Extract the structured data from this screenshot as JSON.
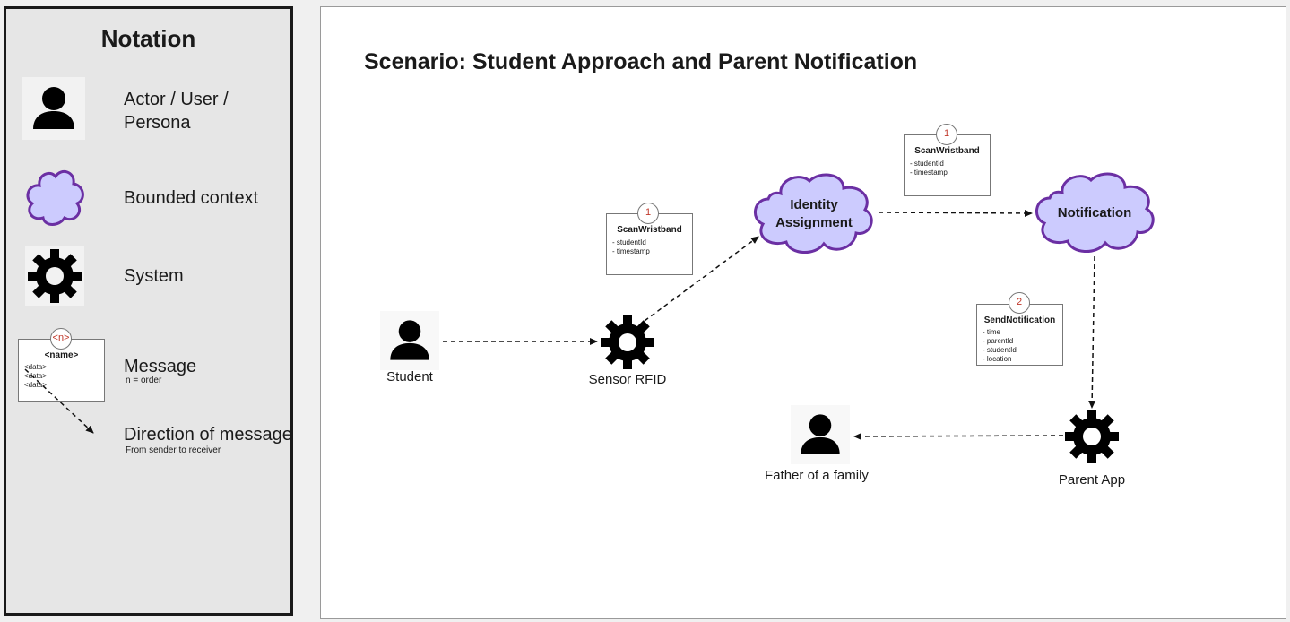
{
  "legend": {
    "title": "Notation",
    "items": {
      "actor": "Actor / User / Persona",
      "bounded_context": "Bounded context",
      "system": "System",
      "message": "Message",
      "message_sub": "n = order",
      "direction": "Direction of message",
      "direction_sub": "From sender to receiver"
    },
    "sample_message": {
      "badge": "<n>",
      "name": "<name>",
      "fields": [
        "<data>",
        "<data>",
        "<data>"
      ]
    }
  },
  "scenario": {
    "title": "Scenario: Student Approach and Parent Notification",
    "nodes": {
      "student": "Student",
      "sensor": "Sensor RFID",
      "identity_line1": "Identity",
      "identity_line2": "Assignment",
      "notification": "Notification",
      "parent_app": "Parent App",
      "father": "Father of a family"
    },
    "messages": [
      {
        "order": "1",
        "name": "ScanWristband",
        "fields": [
          "- studentId",
          "- timestamp"
        ]
      },
      {
        "order": "1",
        "name": "ScanWristband",
        "fields": [
          "- studentId",
          "- timestamp"
        ]
      },
      {
        "order": "2",
        "name": "SendNotification",
        "fields": [
          "- time",
          "- parentId",
          "- studentId",
          "- location"
        ]
      }
    ]
  },
  "colors": {
    "context_fill": "#cccbfe",
    "context_stroke": "#6b2fa3",
    "badge_text": "#c0392b"
  }
}
